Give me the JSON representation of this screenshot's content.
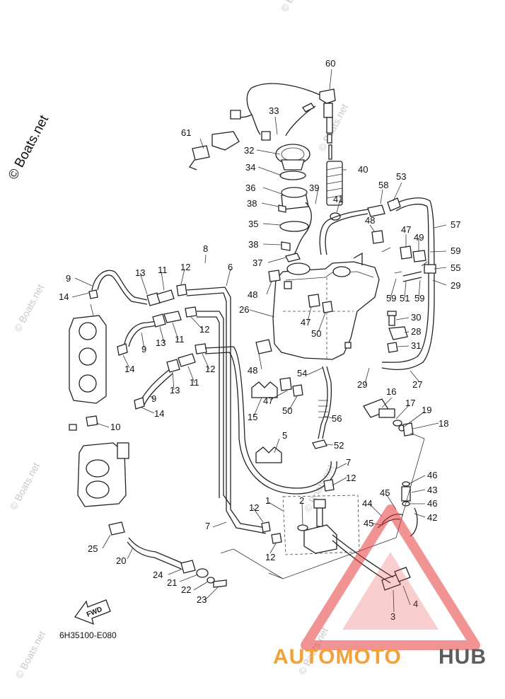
{
  "diagram": {
    "copyright": "© Boats.net",
    "watermark": "© Boats.net",
    "drawing_code": "6H35100-E080",
    "fwd_label": "FWD",
    "logo_part1": "AUTOMOTO",
    "logo_part2": "HUB",
    "logo_colors": {
      "orange": "#f2a03a",
      "gray": "#5c5c5c",
      "triangle": "#e83a3a"
    }
  },
  "callouts": [
    "1",
    "2",
    "3",
    "4",
    "5",
    "6",
    "7",
    "7",
    "8",
    "9",
    "9",
    "9",
    "10",
    "11",
    "11",
    "11",
    "12",
    "12",
    "12",
    "12",
    "12",
    "12",
    "13",
    "13",
    "13",
    "14",
    "14",
    "14",
    "15",
    "16",
    "17",
    "18",
    "19",
    "20",
    "21",
    "22",
    "23",
    "24",
    "25",
    "26",
    "27",
    "28",
    "29",
    "29",
    "30",
    "31",
    "32",
    "33",
    "34",
    "35",
    "36",
    "37",
    "38",
    "38",
    "39",
    "40",
    "41",
    "42",
    "43",
    "44",
    "45",
    "45",
    "46",
    "46",
    "47",
    "47",
    "47",
    "48",
    "48",
    "48",
    "49",
    "50",
    "50",
    "51",
    "52",
    "53",
    "54",
    "55",
    "56",
    "57",
    "58",
    "59",
    "59",
    "59",
    "60",
    "61"
  ]
}
